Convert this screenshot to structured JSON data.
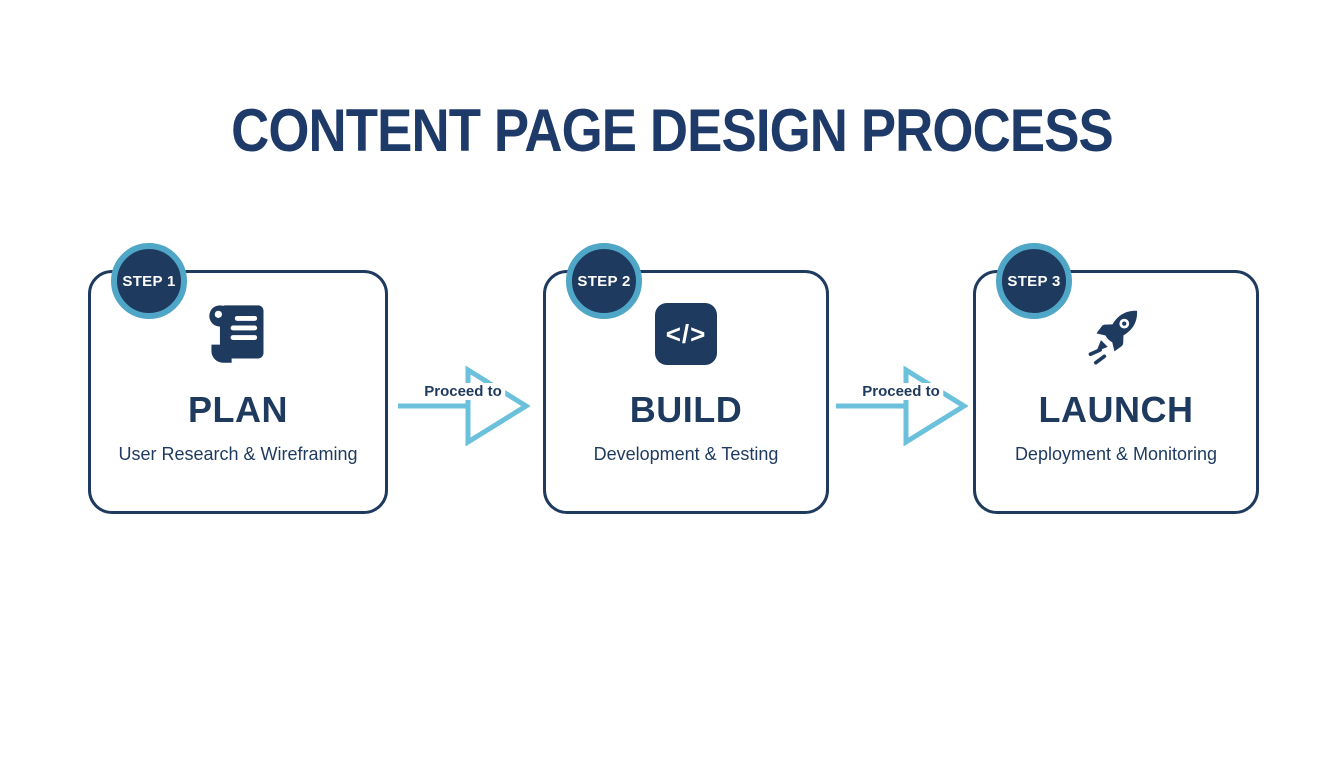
{
  "title": "CONTENT PAGE DESIGN PROCESS",
  "colors": {
    "navy": "#1E3A5F",
    "title_navy": "#1D3A68",
    "badge_ring_blue": "#4FA6C6",
    "arrow_blue": "#6BC1DC",
    "background": "#FFFFFF"
  },
  "steps": [
    {
      "badge": "STEP 1",
      "icon": "scroll-document-icon",
      "name": "PLAN",
      "subtitle": "User Research & Wireframing"
    },
    {
      "badge": "STEP 2",
      "icon": "code-icon",
      "glyph": "</>",
      "name": "BUILD",
      "subtitle": "Development & Testing"
    },
    {
      "badge": "STEP 3",
      "icon": "rocket-icon",
      "name": "LAUNCH",
      "subtitle": "Deployment & Monitoring"
    }
  ],
  "connectors": [
    {
      "label": "Proceed to"
    },
    {
      "label": "Proceed to"
    }
  ]
}
